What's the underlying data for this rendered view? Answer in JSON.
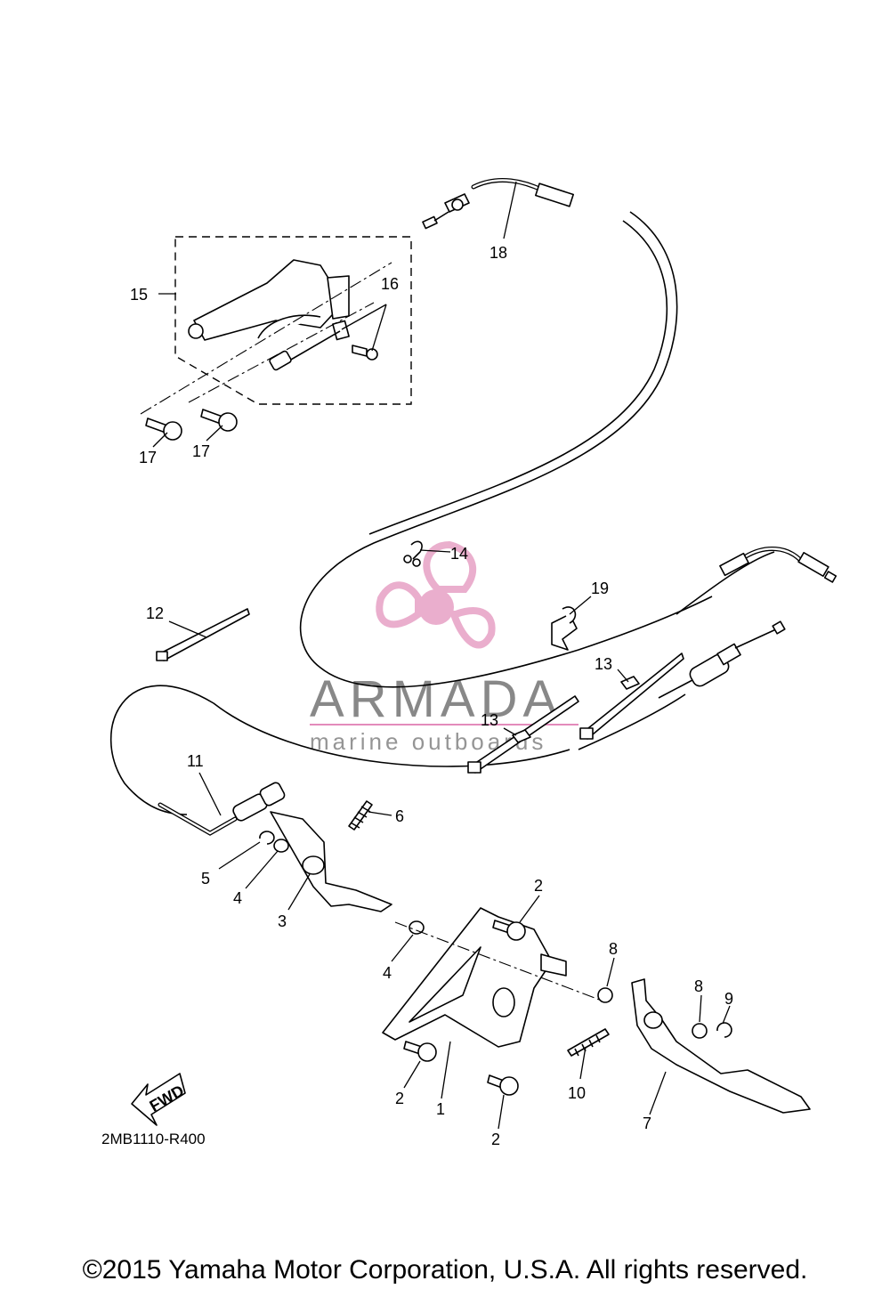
{
  "callouts": {
    "c1": "1",
    "c2a": "2",
    "c2b": "2",
    "c2c": "2",
    "c3": "3",
    "c4a": "4",
    "c4b": "4",
    "c5": "5",
    "c6": "6",
    "c7": "7",
    "c8a": "8",
    "c8b": "8",
    "c9": "9",
    "c10": "10",
    "c11": "11",
    "c12": "12",
    "c13a": "13",
    "c13b": "13",
    "c14": "14",
    "c15": "15",
    "c16": "16",
    "c17a": "17",
    "c17b": "17",
    "c18": "18",
    "c19": "19"
  },
  "fwd_label": "FWD",
  "reference_code": "2MB1110-R400",
  "copyright": "©2015 Yamaha Motor Corporation, U.S.A. All rights reserved.",
  "watermark": {
    "brand": "ARMADA",
    "tagline": "marine outboards",
    "accent_color": "#e8a6c8",
    "line_color": "#e07fb4"
  }
}
